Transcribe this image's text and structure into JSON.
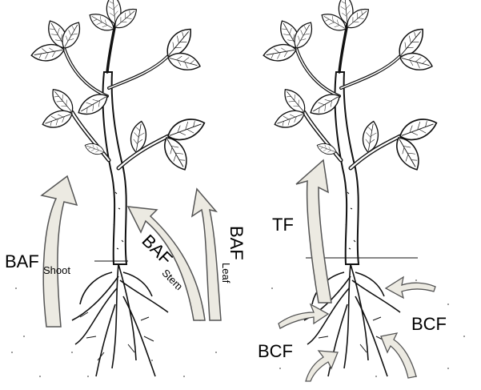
{
  "labels": {
    "baf_shoot_main": "BAF",
    "baf_shoot_sub": "Shoot",
    "baf_stem_main": "BAF",
    "baf_stem_sub": "Stem",
    "baf_leaf_main": "BAF",
    "baf_leaf_sub": "Leaf",
    "tf": "TF",
    "bcf_right": "BCF",
    "bcf_left": "BCF"
  },
  "colors": {
    "arrow_fill": "#eceae2",
    "arrow_stroke": "#555555",
    "ink": "#111111",
    "background": "#ffffff"
  }
}
